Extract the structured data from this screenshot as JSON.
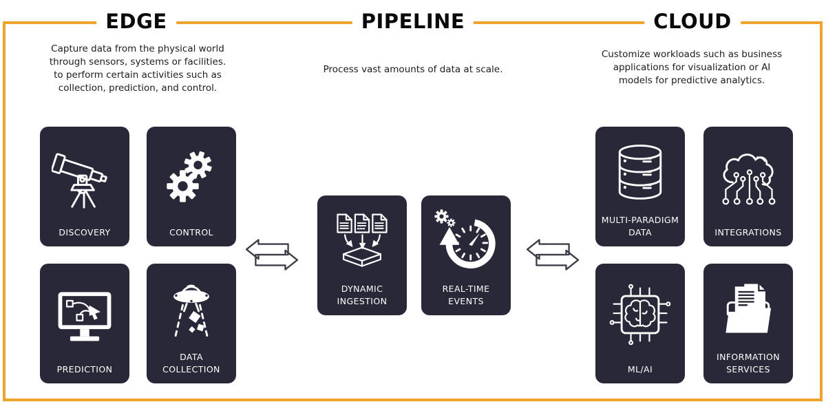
{
  "palette": {
    "accent": "#F0A32C",
    "tile_bg": "#282838",
    "heading_text": "#0a0a0a",
    "body_text": "#1c1c1c",
    "tile_text": "#ffffff",
    "arrow_outline": "#3d3d49"
  },
  "sections": [
    {
      "id": "edge",
      "title": "EDGE",
      "description": "Capture data from the physical world\nthrough sensors, systems or facilities.\nto perform certain activities such as\ncollection, prediction, and control.",
      "tiles": [
        {
          "label": "DISCOVERY",
          "icon": "telescope-icon"
        },
        {
          "label": "CONTROL",
          "icon": "gears-icon"
        },
        {
          "label": "PREDICTION",
          "icon": "monitor-curve-icon"
        },
        {
          "label": "DATA COLLECTION",
          "icon": "ufo-icon"
        }
      ]
    },
    {
      "id": "pipeline",
      "title": "PIPELINE",
      "description": "Process vast amounts of data at scale.",
      "tiles": [
        {
          "label": "DYNAMIC INGESTION",
          "icon": "documents-ingest-icon"
        },
        {
          "label": "REAL-TIME EVENTS",
          "icon": "gauge-refresh-icon"
        }
      ]
    },
    {
      "id": "cloud",
      "title": "CLOUD",
      "description": "Customize workloads such as business\napplications for visualization or AI\nmodels for predictive analytics.",
      "tiles": [
        {
          "label": "MULTI-PARADIGM DATA",
          "icon": "database-icon"
        },
        {
          "label": "INTEGRATIONS",
          "icon": "cloud-circuit-icon"
        },
        {
          "label": "ML/AI",
          "icon": "brain-chip-icon"
        },
        {
          "label": "INFORMATION SERVICES",
          "icon": "folder-documents-icon"
        }
      ]
    }
  ],
  "connectors": [
    {
      "between": "edge-pipeline",
      "icon": "exchange-arrows-icon"
    },
    {
      "between": "pipeline-cloud",
      "icon": "exchange-arrows-icon"
    }
  ]
}
